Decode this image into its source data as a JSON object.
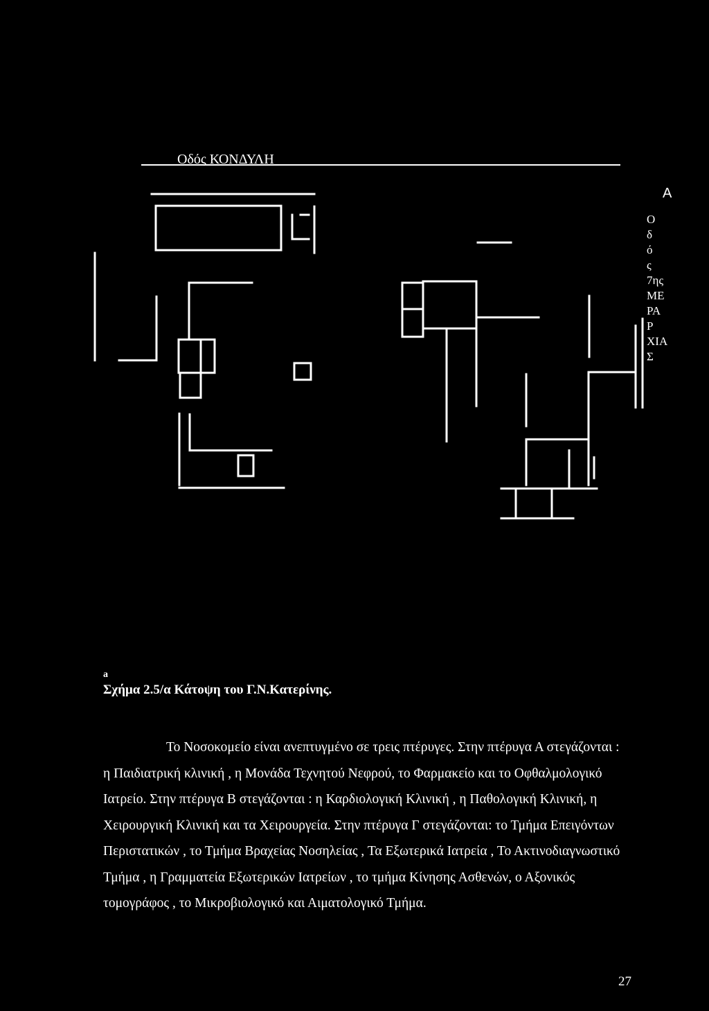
{
  "plan": {
    "street_name": "Οδός    ΚΟΝΔΥΛΗ",
    "wing_label": "Α",
    "side_street": [
      "Ο",
      "δ",
      "ό",
      "ς",
      "7ης",
      "ΜΕ",
      "ΡΑ",
      "Ρ",
      "ΧΙΑ",
      "Σ"
    ],
    "mark": "a"
  },
  "caption": "Σχήμα 2.5/α Κάτοψη του Γ.Ν.Κατερίνης.",
  "paragraph": "Το Νοσοκομείο είναι ανεπτυγμένο σε τρεις πτέρυγες. Στην πτέρυγα Α στεγάζονται : η Παιδιατρική κλινική , η Μονάδα Τεχνητού Νεφρού, το Φαρμακείο και το Οφθαλμολογικό Ιατρείο. Στην πτέρυγα Β στεγάζονται : η Καρδιολογική Κλινική , η Παθολογική Κλινική, η Χειρουργική Κλινική και τα Χειρουργεία. Στην πτέρυγα Γ στεγάζονται: το Τμήμα Επειγόντων Περιστατικών , το Τμήμα Βραχείας Νοσηλείας , Τα Εξωτερικά Ιατρεία , Το Ακτινοδιαγνωστικό Τμήμα , η Γραμματεία Εξωτερικών Ιατρείων , το τμήμα Κίνησης Ασθενών, ο Αξονικός τομογράφος , το Μικροβιολογικό και Αιματολογικό Τμήμα.",
  "page_number": "27"
}
